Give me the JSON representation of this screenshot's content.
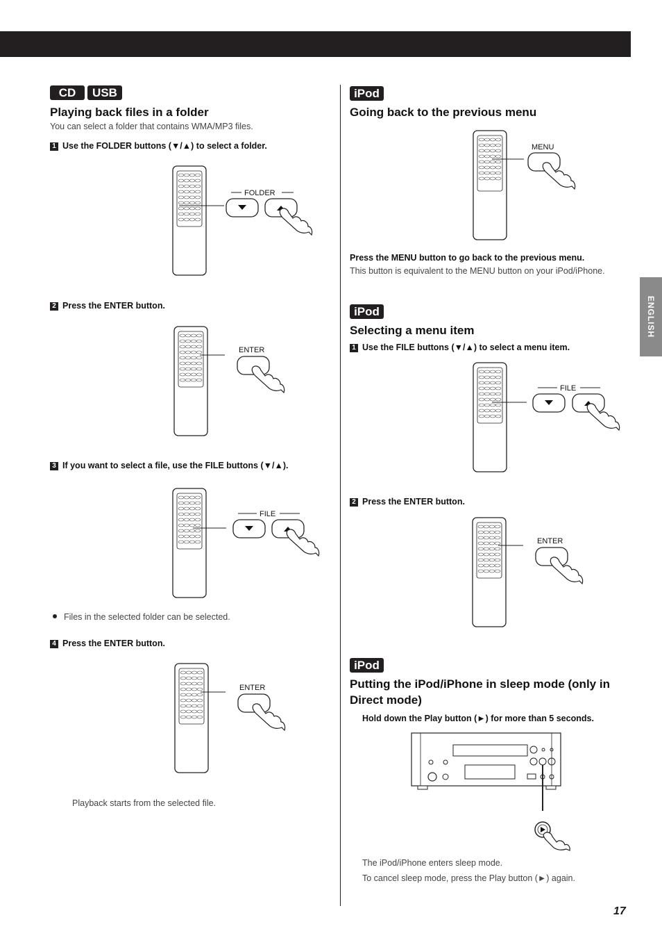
{
  "header": {
    "language_tab": "ENGLISH",
    "page_number": "17"
  },
  "left": {
    "badges": [
      "CD",
      "USB"
    ],
    "title": "Playing back files in a folder",
    "intro": "You can select a folder that contains WMA/MP3 files.",
    "step1": {
      "num": "1",
      "text": "Use the FOLDER buttons (▼/▲) to select a folder.",
      "button_label": "FOLDER"
    },
    "step2": {
      "num": "2",
      "text": "Press the ENTER button.",
      "button_label": "ENTER"
    },
    "step3": {
      "num": "3",
      "text": "If you want to select a file, use the FILE buttons (▼/▲).",
      "button_label": "FILE"
    },
    "bullet": "Files in the selected folder can be selected.",
    "step4": {
      "num": "4",
      "text": "Press the ENTER button.",
      "button_label": "ENTER"
    },
    "outro": "Playback starts from the selected file."
  },
  "right": {
    "sec1": {
      "badge": "iPod",
      "title": "Going back to the previous menu",
      "button_label": "MENU",
      "bold": "Press the MENU button to go back to the previous menu.",
      "note": "This button is equivalent to the MENU button on your iPod/iPhone."
    },
    "sec2": {
      "badge": "iPod",
      "title": "Selecting a menu item",
      "step1": {
        "num": "1",
        "text": "Use the FILE buttons (▼/▲) to select a menu item.",
        "button_label": "FILE"
      },
      "step2": {
        "num": "2",
        "text": "Press the ENTER button.",
        "button_label": "ENTER"
      }
    },
    "sec3": {
      "badge": "iPod",
      "title_line1": "Putting the iPod/iPhone in sleep mode (only in",
      "title_line2": "Direct mode)",
      "bold": "Hold down the Play button (►) for more than 5 seconds.",
      "note1": "The iPod/iPhone enters sleep mode.",
      "note2": "To cancel sleep mode, press the Play button (►) again."
    }
  }
}
